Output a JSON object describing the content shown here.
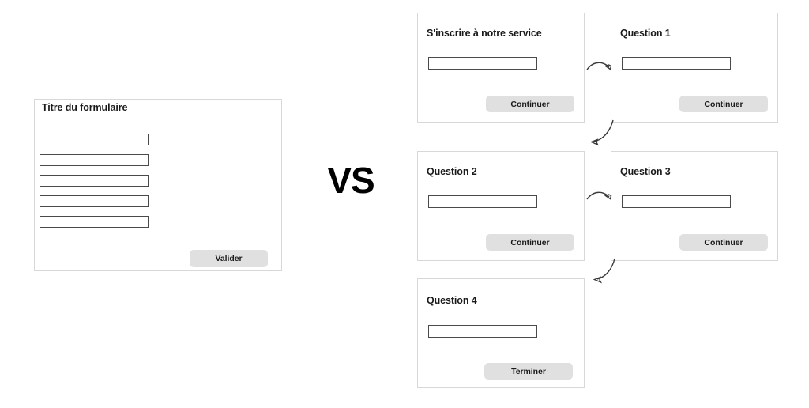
{
  "comparison": {
    "vs_label": "VS"
  },
  "classic_form": {
    "title": "Titre du formulaire",
    "fields": [
      {
        "name": "field-1",
        "value": "",
        "placeholder": ""
      },
      {
        "name": "field-2",
        "value": "",
        "placeholder": ""
      },
      {
        "name": "field-3",
        "value": "",
        "placeholder": ""
      },
      {
        "name": "field-4",
        "value": "",
        "placeholder": ""
      },
      {
        "name": "field-5",
        "value": "",
        "placeholder": ""
      }
    ],
    "submit_label": "Valider"
  },
  "conversational_flow": {
    "steps": [
      {
        "title": "S'inscrire à notre service",
        "field_value": "",
        "field_placeholder": "",
        "button_label": "Continuer"
      },
      {
        "title": "Question 1",
        "field_value": "",
        "field_placeholder": "",
        "button_label": "Continuer"
      },
      {
        "title": "Question 2",
        "field_value": "",
        "field_placeholder": "",
        "button_label": "Continuer"
      },
      {
        "title": "Question 3",
        "field_value": "",
        "field_placeholder": "",
        "button_label": "Continuer"
      },
      {
        "title": "Question 4",
        "field_value": "",
        "field_placeholder": "",
        "button_label": "Terminer"
      }
    ],
    "connectors": [
      {
        "name": "arrow-signup-to-q1",
        "direction": "right"
      },
      {
        "name": "arrow-q1-to-q2",
        "direction": "down-left"
      },
      {
        "name": "arrow-q2-to-q3",
        "direction": "right"
      },
      {
        "name": "arrow-q3-to-q4",
        "direction": "down-left"
      }
    ]
  },
  "colors": {
    "card_border": "#d8d8d8",
    "field_border": "#4a4a4a",
    "button_bg": "#e0e0e0",
    "text": "#1a1a1a",
    "arrow": "#3a3a3a",
    "background": "#ffffff"
  }
}
